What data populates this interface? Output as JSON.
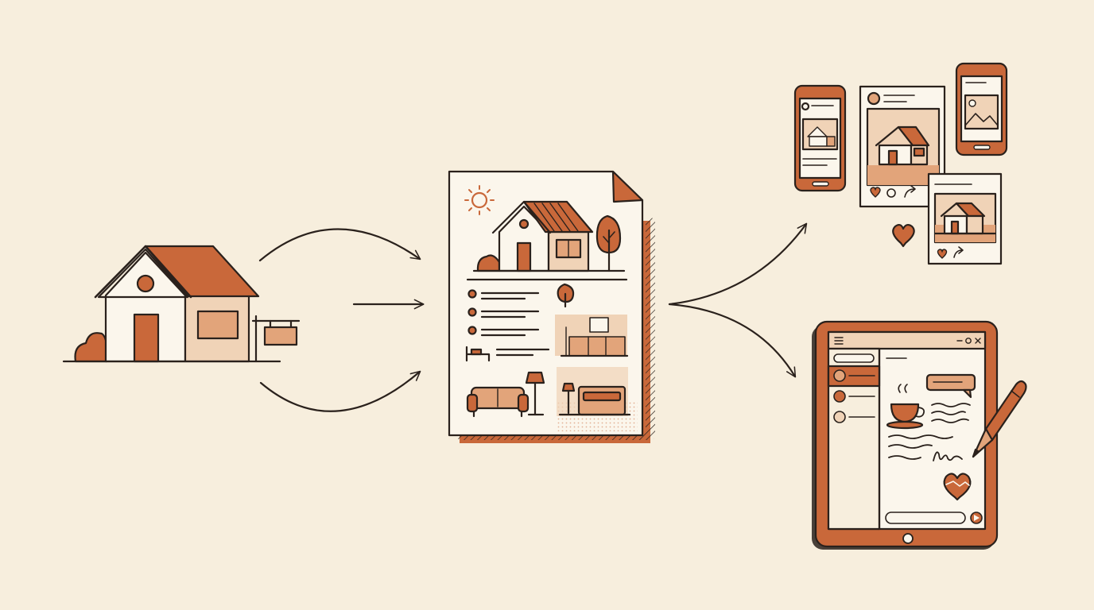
{
  "palette": {
    "paper": "#f7eedd",
    "ink": "#2a211c",
    "accent": "#c9683a",
    "accent_light": "#e2a47a",
    "accent_pale": "#f0d3b7",
    "card": "#fbf6ec"
  },
  "nodes": [
    {
      "id": "house",
      "icon": "house-icon"
    },
    {
      "id": "listing",
      "icon": "listing-document-icon"
    },
    {
      "id": "social",
      "icon": "social-media-posts-icon"
    },
    {
      "id": "messaging",
      "icon": "tablet-messaging-icon"
    }
  ],
  "edges": [
    {
      "from": "house",
      "to": "listing",
      "count": 3
    },
    {
      "from": "listing",
      "to": "social"
    },
    {
      "from": "listing",
      "to": "messaging"
    }
  ]
}
